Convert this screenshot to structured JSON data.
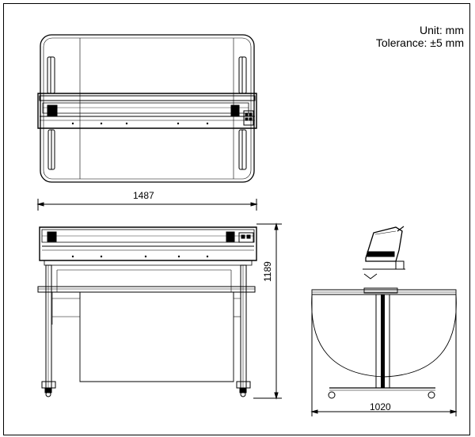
{
  "notes": {
    "unit": "Unit: mm",
    "tolerance": "Tolerance: ±5 mm"
  },
  "dimensions": {
    "width": "1487",
    "height": "1189",
    "depth": "1020"
  },
  "colors": {
    "line": "#000000",
    "background": "#ffffff"
  }
}
